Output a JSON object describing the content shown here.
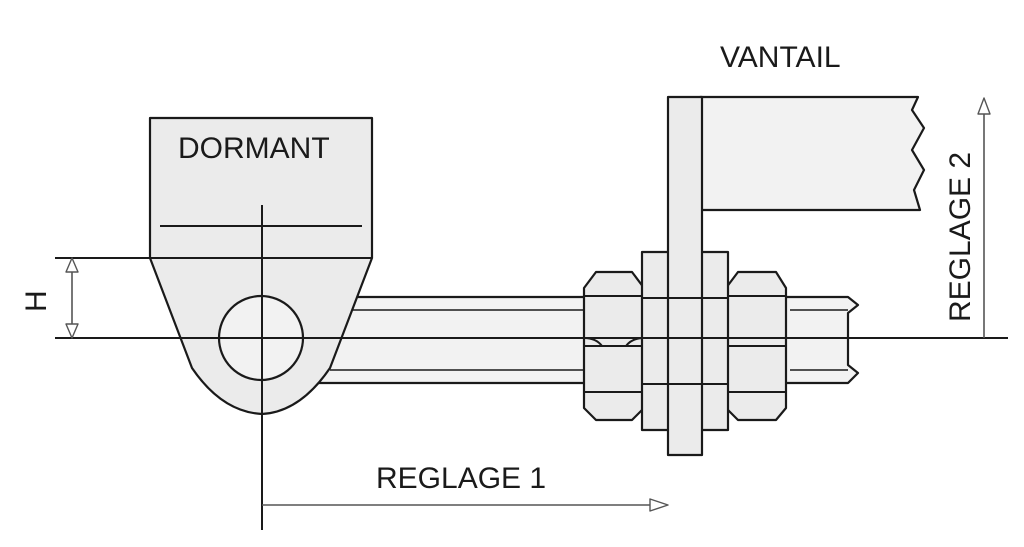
{
  "labels": {
    "dormant": "DORMANT",
    "vantail": "VANTAIL",
    "reglage1": "REGLAGE 1",
    "reglage2": "REGLAGE 2",
    "h": "H"
  }
}
